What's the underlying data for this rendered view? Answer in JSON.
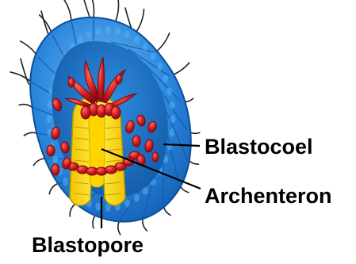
{
  "labels": {
    "blastocoel": "Blastocoel",
    "archenteron": "Archenteron",
    "blastopore": "Blastopore"
  },
  "colors": {
    "ectoderm": "#1f77d4",
    "ectoderm_light": "#4aa3ee",
    "blastocoel_fill": "#1a6fc9",
    "mesenchyme": "#d71f26",
    "mesenchyme_dark": "#8a0e12",
    "endoderm": "#ffe21a",
    "endoderm_dark": "#c9a800",
    "cilia": "#222222"
  }
}
